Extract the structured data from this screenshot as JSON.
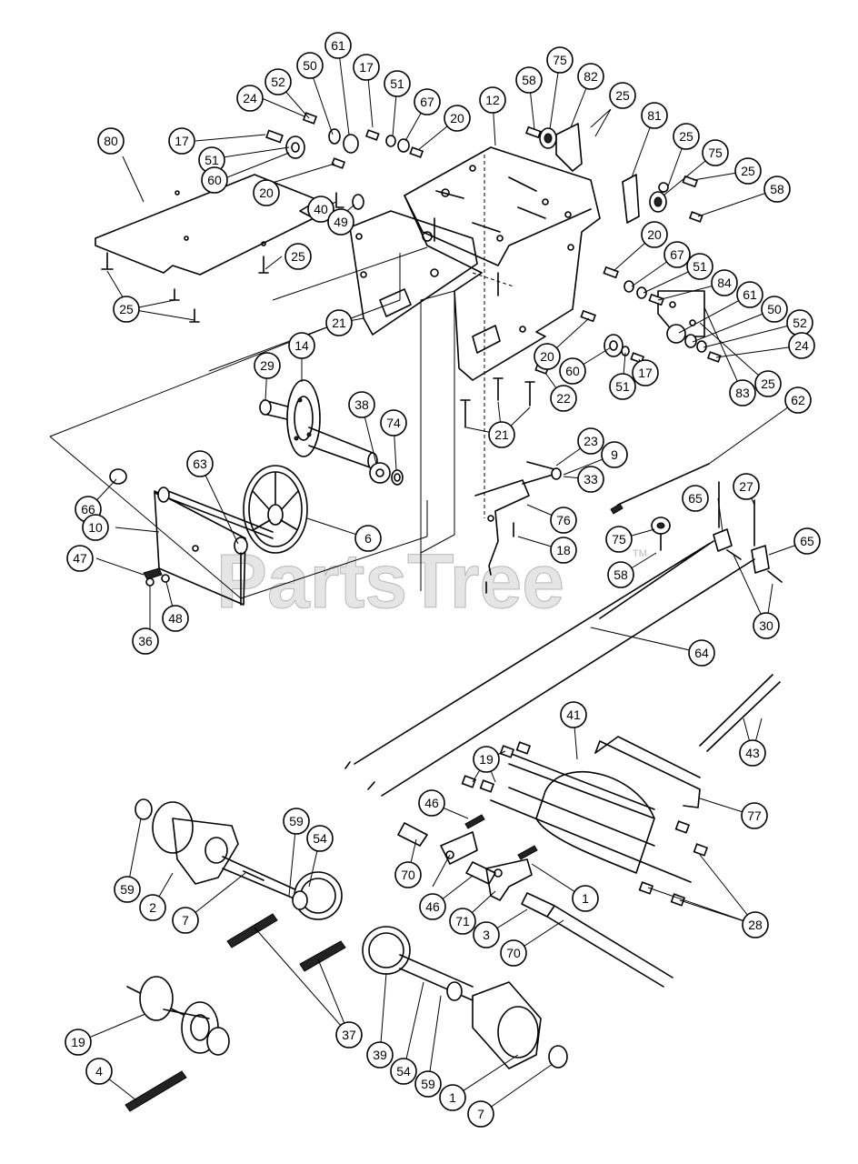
{
  "watermark": {
    "text": "PartsTree",
    "trademark": "TM"
  },
  "callouts": [
    "80",
    "17",
    "51",
    "60",
    "24",
    "52",
    "50",
    "61",
    "20",
    "40",
    "49",
    "17",
    "51",
    "67",
    "20",
    "12",
    "58",
    "75",
    "82",
    "25",
    "81",
    "25",
    "75",
    "25",
    "58",
    "25",
    "25",
    "21",
    "20",
    "67",
    "51",
    "84",
    "61",
    "50",
    "52",
    "24",
    "20",
    "60",
    "51",
    "17",
    "29",
    "14",
    "38",
    "74",
    "21",
    "22",
    "83",
    "25",
    "62",
    "23",
    "9",
    "33",
    "66",
    "63",
    "10",
    "6",
    "47",
    "36",
    "48",
    "76",
    "18",
    "65",
    "27",
    "65",
    "75",
    "58",
    "30",
    "64",
    "41",
    "43",
    "19",
    "77",
    "46",
    "70",
    "2",
    "59",
    "54",
    "59",
    "7",
    "1",
    "46",
    "71",
    "3",
    "70",
    "28",
    "19",
    "4",
    "37",
    "39",
    "54",
    "59",
    "1",
    "7",
    "59"
  ]
}
